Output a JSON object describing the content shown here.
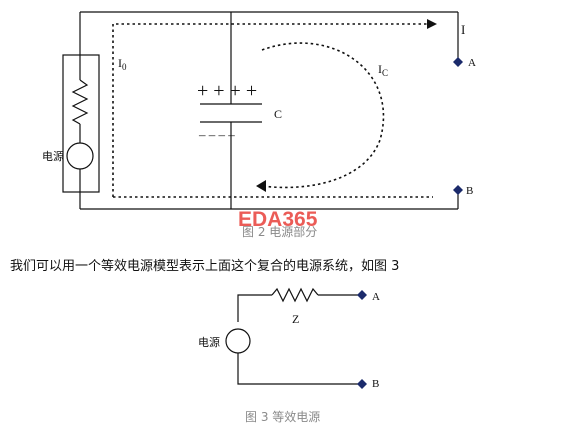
{
  "figure2": {
    "label_I": "I",
    "label_I0_main": "I",
    "label_I0_sub": "0",
    "label_IC_main": "I",
    "label_IC_sub": "C",
    "label_C": "C",
    "label_A": "A",
    "label_B": "B",
    "plus_signs": "+ + + +",
    "minus_signs": "– – – –",
    "source_label": "电源",
    "caption": "图 2  电源部分",
    "watermark": "EDA365"
  },
  "sentence": "我们可以用一个等效电源模型表示上面这个复合的电源系统，如图 3",
  "figure3": {
    "label_Z": "Z",
    "label_A": "A",
    "label_B": "B",
    "source_label": "电源",
    "caption": "图 3  等效电源"
  }
}
